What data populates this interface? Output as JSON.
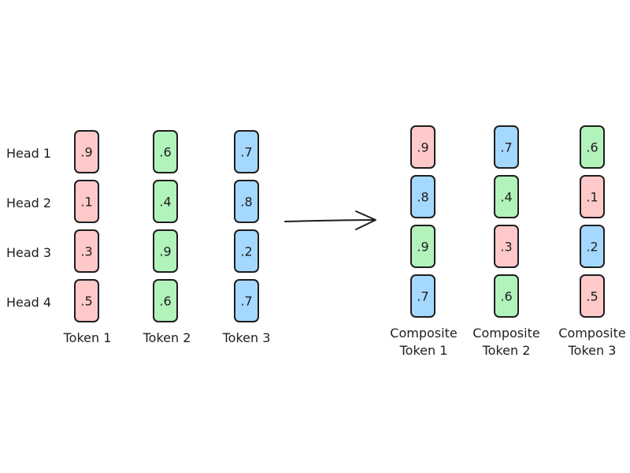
{
  "colors": {
    "red": "#ffc9c9",
    "green": "#b2f2bb",
    "blue": "#a5d8ff",
    "stroke": "#1e1e1e"
  },
  "head_labels": [
    "Head 1",
    "Head 2",
    "Head 3",
    "Head 4"
  ],
  "tokens": [
    {
      "label": "Token 1",
      "color": "red",
      "values": [
        ".9",
        ".1",
        ".3",
        ".5"
      ]
    },
    {
      "label": "Token 2",
      "color": "green",
      "values": [
        ".6",
        ".4",
        ".9",
        ".6"
      ]
    },
    {
      "label": "Token 3",
      "color": "blue",
      "values": [
        ".7",
        ".8",
        ".2",
        ".7"
      ]
    }
  ],
  "composites": [
    {
      "label": [
        "Composite",
        "Token 1"
      ],
      "cells": [
        {
          "value": ".9",
          "color": "red"
        },
        {
          "value": ".8",
          "color": "blue"
        },
        {
          "value": ".9",
          "color": "green"
        },
        {
          "value": ".7",
          "color": "blue"
        }
      ]
    },
    {
      "label": [
        "Composite",
        "Token 2"
      ],
      "cells": [
        {
          "value": ".7",
          "color": "blue"
        },
        {
          "value": ".4",
          "color": "green"
        },
        {
          "value": ".3",
          "color": "red"
        },
        {
          "value": ".6",
          "color": "green"
        }
      ]
    },
    {
      "label": [
        "Composite",
        "Token 3"
      ],
      "cells": [
        {
          "value": ".6",
          "color": "green"
        },
        {
          "value": ".1",
          "color": "red"
        },
        {
          "value": ".2",
          "color": "blue"
        },
        {
          "value": ".5",
          "color": "red"
        }
      ]
    }
  ]
}
